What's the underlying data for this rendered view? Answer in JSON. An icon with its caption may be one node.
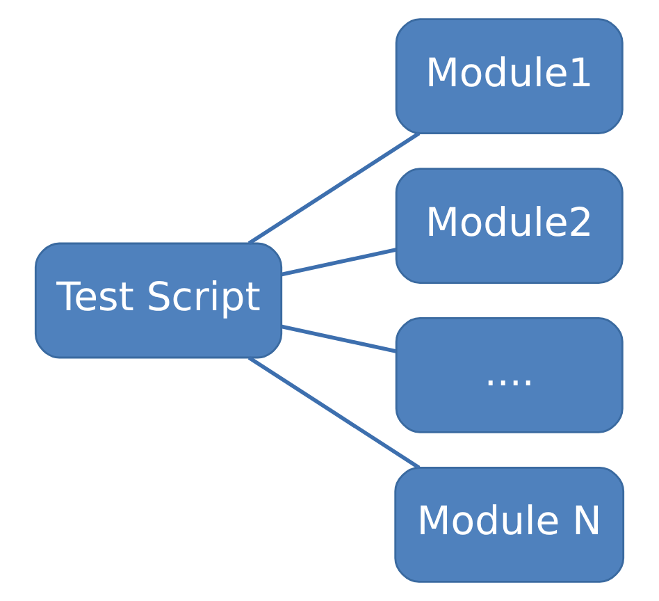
{
  "diagram": {
    "nodes": [
      {
        "text": [
          "Test Script"
        ]
      },
      {
        "text": [
          "Module1"
        ]
      },
      {
        "text": [
          "Module2"
        ]
      },
      {
        "text": [
          "...."
        ]
      },
      {
        "text": [
          "Module N"
        ]
      }
    ],
    "edges": [
      {
        "from": 0,
        "to": 1,
        "arrow": "none"
      },
      {
        "from": 0,
        "to": 2,
        "arrow": "none"
      },
      {
        "from": 0,
        "to": 3,
        "arrow": "none"
      },
      {
        "from": 0,
        "to": 4,
        "arrow": "none"
      }
    ]
  }
}
